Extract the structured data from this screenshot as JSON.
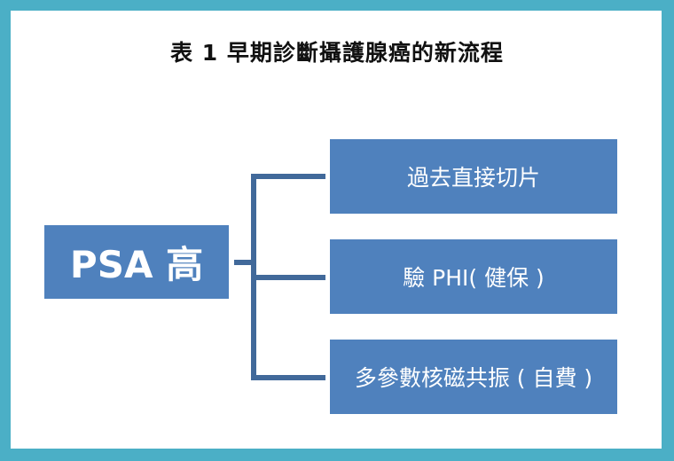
{
  "title": "表 1  早期診斷攝護腺癌的新流程",
  "root": "PSA 高",
  "options": [
    "過去直接切片",
    "驗 PHI( 健保 )",
    "多參數核磁共振 ( 自費 )"
  ],
  "colors": {
    "border": "#4bafc6",
    "box": "#4f81bd",
    "connector": "#41699a"
  }
}
